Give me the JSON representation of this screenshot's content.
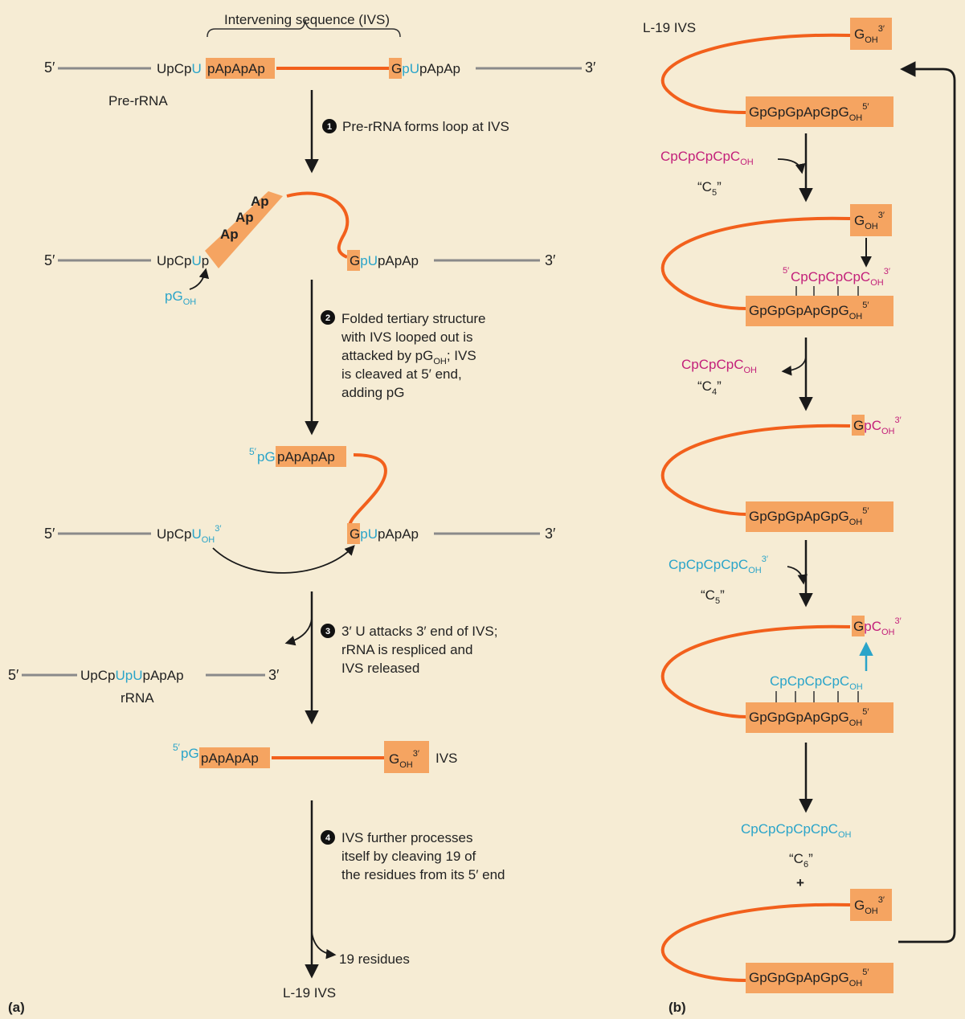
{
  "colors": {
    "background": "#f6ecd4",
    "rna_strand": "#f2601c",
    "ivs_box": "#f5a461",
    "exon_line": "#8a8a8a",
    "cyan_text": "#2aa4c9",
    "magenta_text": "#c3207a",
    "arrow": "#1a1a1a"
  },
  "panel_a": {
    "ivs_brace_label": "Intervening sequence (IVS)",
    "five_prime": "5′",
    "three_prime": "3′",
    "upcp": "UpCp",
    "u": "U",
    "up": "p",
    "papapap": "pApApAp",
    "g": "G",
    "pu": "pU",
    "papap": "pApAp",
    "pre_rrna": "Pre-rRNA",
    "step1_num": "1",
    "step1": "Pre-rRNA forms loop at IVS",
    "ap": "Ap",
    "pg": "pG",
    "oh": "OH",
    "step2_num": "2",
    "step2_l1": "Folded tertiary structure",
    "step2_l2": "with IVS looped out is",
    "step2_l3a": "attacked by pG",
    "step2_l3b": "; IVS",
    "step2_l4": "is cleaved at 5′ end,",
    "step2_l5": "adding pG",
    "five_sup": "5′",
    "pg_prefix": "pG",
    "step3_num": "3",
    "step3_l1": "3′ U attacks 3′ end of IVS;",
    "step3_l2": "rRNA is respliced and",
    "step3_l3": "IVS released",
    "upu": "UpU",
    "rrna": "rRNA",
    "ivs": "IVS",
    "step4_num": "4",
    "step4_l1": "IVS further processes",
    "step4_l2": "itself by cleaving 19 of",
    "step4_l3": "the residues from its 5′ end",
    "residues": "19 residues",
    "l19_bottom": "L-19 IVS",
    "panel_label": "(a)"
  },
  "panel_b": {
    "l19": "L-19 IVS",
    "g": "G",
    "oh": "OH",
    "three_prime": "3′",
    "five_prime": "5′",
    "gggagg": "GpGpGpApGpG",
    "c5_in": "CpCpCpCpC",
    "c5_label_a": "“C",
    "c5_label_sub": "5",
    "c5_label_b": "”",
    "c5_bound": "CpCpCpCpC",
    "c4_out": "CpCpCpC",
    "c4_label_sub": "4",
    "pc": "pC",
    "c5_in2": "CpCpCpCpC",
    "c5_bound2": "CpCpCpCpC",
    "c6_out": "CpCpCpCpCpC",
    "c6_label_sub": "6",
    "plus": "+",
    "panel_label": "(b)"
  }
}
